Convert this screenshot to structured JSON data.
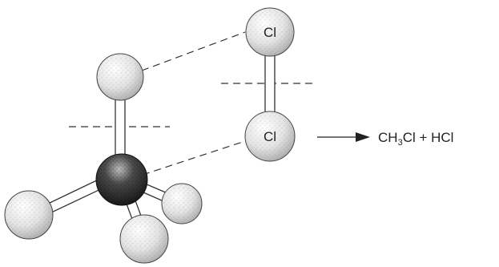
{
  "atoms": {
    "cl_top": {
      "label": "Cl"
    },
    "cl_bottom": {
      "label": "Cl"
    }
  },
  "equation": {
    "ch": "CH",
    "sub": "3",
    "rest": "Cl + HCl"
  },
  "colors": {
    "ink": "#222222",
    "light_atom": "#eeeeee",
    "dark_atom": "#333333"
  }
}
